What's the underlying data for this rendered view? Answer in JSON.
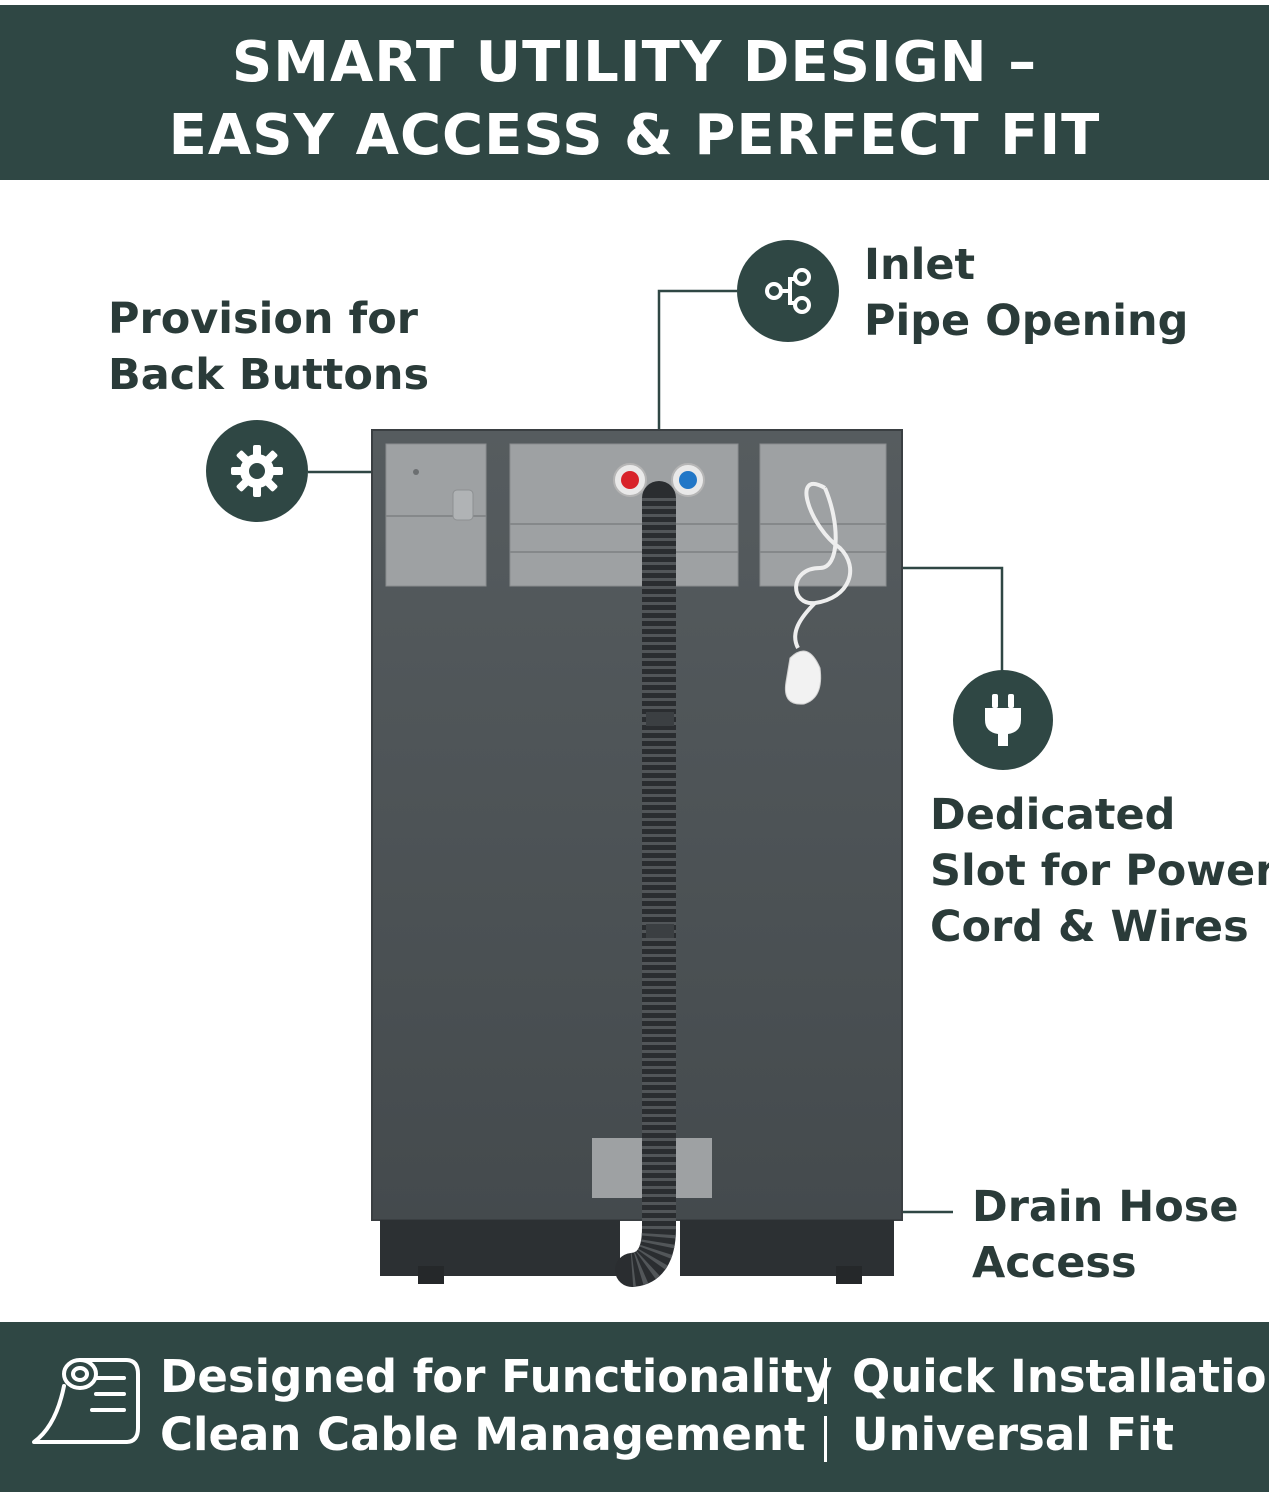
{
  "header": {
    "line1": "SMART UTILITY DESIGN –",
    "line2": "EASY ACCESS & PERFECT FIT"
  },
  "callouts": {
    "back_buttons": {
      "line1": "Provision for",
      "line2": "Back Buttons",
      "icon": "gear-icon"
    },
    "inlet_pipe": {
      "line1": "Inlet",
      "line2": "Pipe Opening",
      "icon": "pipe-junction-icon"
    },
    "power_cord": {
      "line1": "Dedicated",
      "line2": "Slot for Power",
      "line3": "Cord & Wires",
      "icon": "plug-icon"
    },
    "drain_hose": {
      "line1": "Drain Hose",
      "line2": "Access"
    }
  },
  "footer": {
    "icon": "scroll-icon",
    "features": [
      "Designed for Functionality",
      "Quick Installation",
      "Clean Cable Management",
      "Universal Fit"
    ]
  },
  "colors": {
    "brand_dark": "#2f4744",
    "text_dark": "#2a3b39",
    "cabinet": "#4d5356",
    "hot_valve": "#d8232a",
    "cold_valve": "#2277c7"
  }
}
